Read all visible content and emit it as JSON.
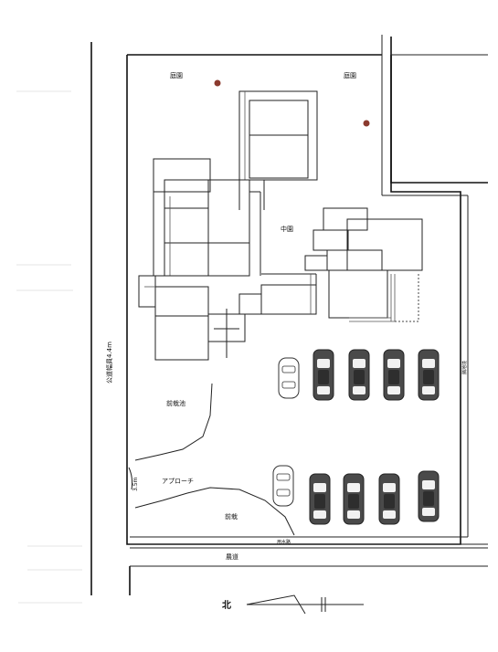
{
  "labels": {
    "garden_left": "庭園",
    "garden_right": "庭園",
    "courtyard": "中園",
    "front_pond": "前栽池",
    "approach": "アプローチ",
    "front_planting": "前栽",
    "road_width": "公道幅員4.4m",
    "width_35": "3.5m",
    "irrigation": "用水路",
    "farm_road": "農道",
    "east_side": "隣地境",
    "north": "北"
  },
  "colors": {
    "line": "#222222",
    "car_dark": "#4a4a4a",
    "tree_dot": "#8b3a2e"
  },
  "parking": {
    "row1_dark_count": 4,
    "row1_light_count": 1,
    "row2_dark_count": 4,
    "row2_light_count": 1
  }
}
